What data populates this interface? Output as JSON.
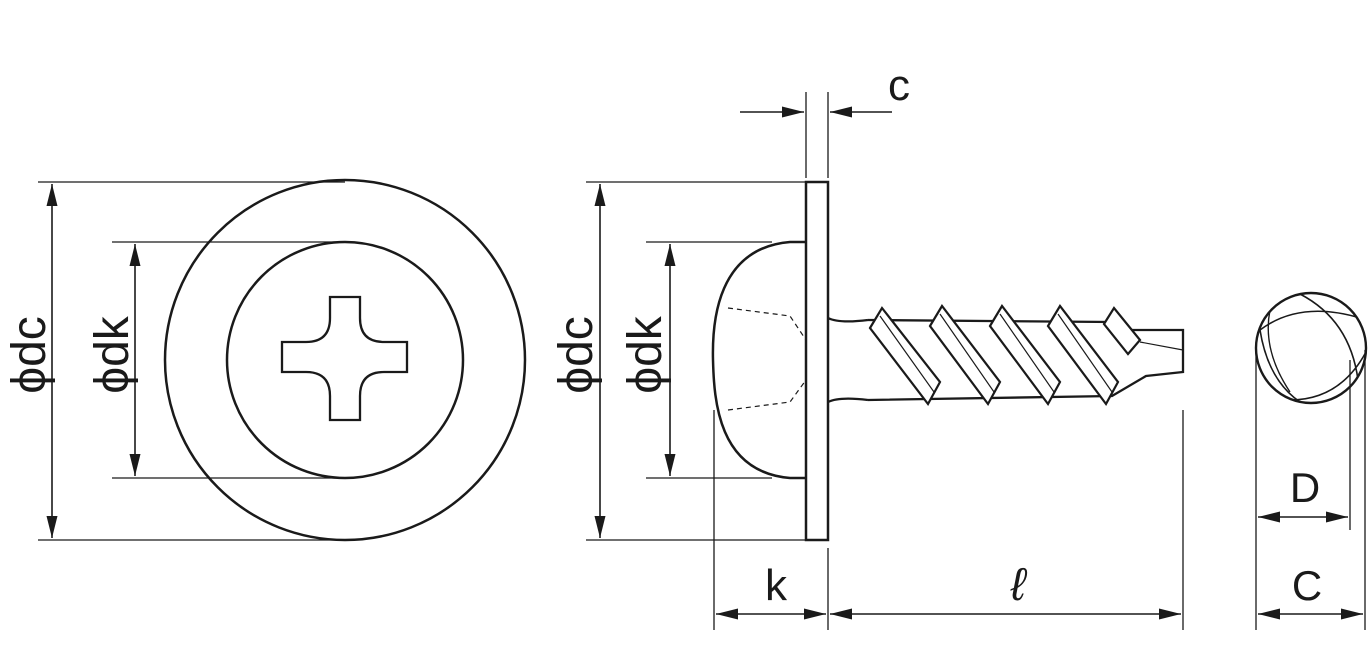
{
  "labels": {
    "front_dc": "ϕdc",
    "front_dk": "ϕdk",
    "side_dc": "ϕdc",
    "side_dk": "ϕdk",
    "c": "c",
    "k": "k",
    "l": "ℓ",
    "D": "D",
    "C": "C"
  },
  "colors": {
    "line": "#1a1a1a",
    "background": "#ffffff"
  }
}
